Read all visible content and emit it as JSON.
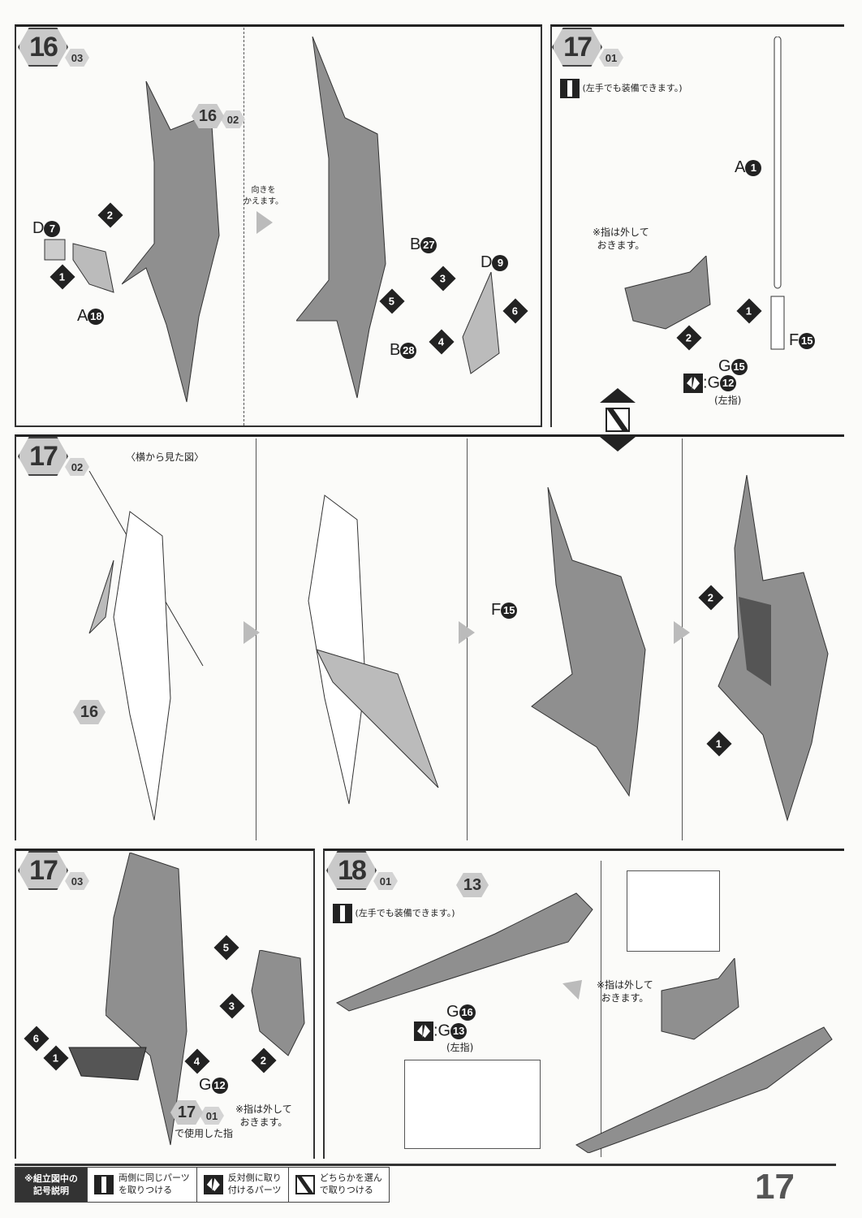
{
  "steps": {
    "s16_03": {
      "main": "16",
      "sub": "03",
      "ref": {
        "main": "16",
        "sub": "02"
      },
      "turn_note": "向きを\nかえます。",
      "labels": {
        "d7": "D",
        "d7n": "7",
        "a18": "A",
        "a18n": "18",
        "b27": "B",
        "b27n": "27",
        "b28": "B",
        "b28n": "28",
        "d9": "D",
        "d9n": "9"
      }
    },
    "s17_01": {
      "main": "17",
      "sub": "01",
      "mirror_note": "(左手でも装備できます。)",
      "finger_note": "※指は外して\nおきます。",
      "labels": {
        "a1": "A",
        "a1n": "1",
        "f15": "F",
        "f15n": "15",
        "g15": "G",
        "g15n": "15",
        "g12": ":G",
        "g12n": "12",
        "left": "(左指)"
      }
    },
    "s17_02": {
      "main": "17",
      "sub": "02",
      "side_view": "〈横から見た図〉",
      "ref16": "16",
      "f15": "F",
      "f15n": "15"
    },
    "s17_03": {
      "main": "17",
      "sub": "03",
      "g12": "G",
      "g12n": "12",
      "ref": {
        "main": "17",
        "sub": "01"
      },
      "ref_note": "で使用した指",
      "finger_note": "※指は外して\nおきます。"
    },
    "s18_01": {
      "main": "18",
      "sub": "01",
      "mirror_note": "(左手でも装備できます。)",
      "ref13": "13",
      "g16": "G",
      "g16n": "16",
      "g13": ":G",
      "g13n": "13",
      "left": "(左指)",
      "finger_note": "※指は外して\nおきます。"
    }
  },
  "legend": {
    "title": "※組立図中の\n記号説明",
    "items": [
      {
        "icon": "mirror-parts-icon",
        "text": "両側に同じパーツ\nを取りつける"
      },
      {
        "icon": "opposite-parts-icon",
        "text": "反対側に取り\n付けるパーツ"
      },
      {
        "icon": "choose-one-icon",
        "text": "どちらかを選ん\nで取りつける"
      }
    ]
  },
  "page_number": "17",
  "colors": {
    "part_gray": "#8f8f8f",
    "light_gray": "#c9c9c9",
    "ink": "#222222"
  }
}
